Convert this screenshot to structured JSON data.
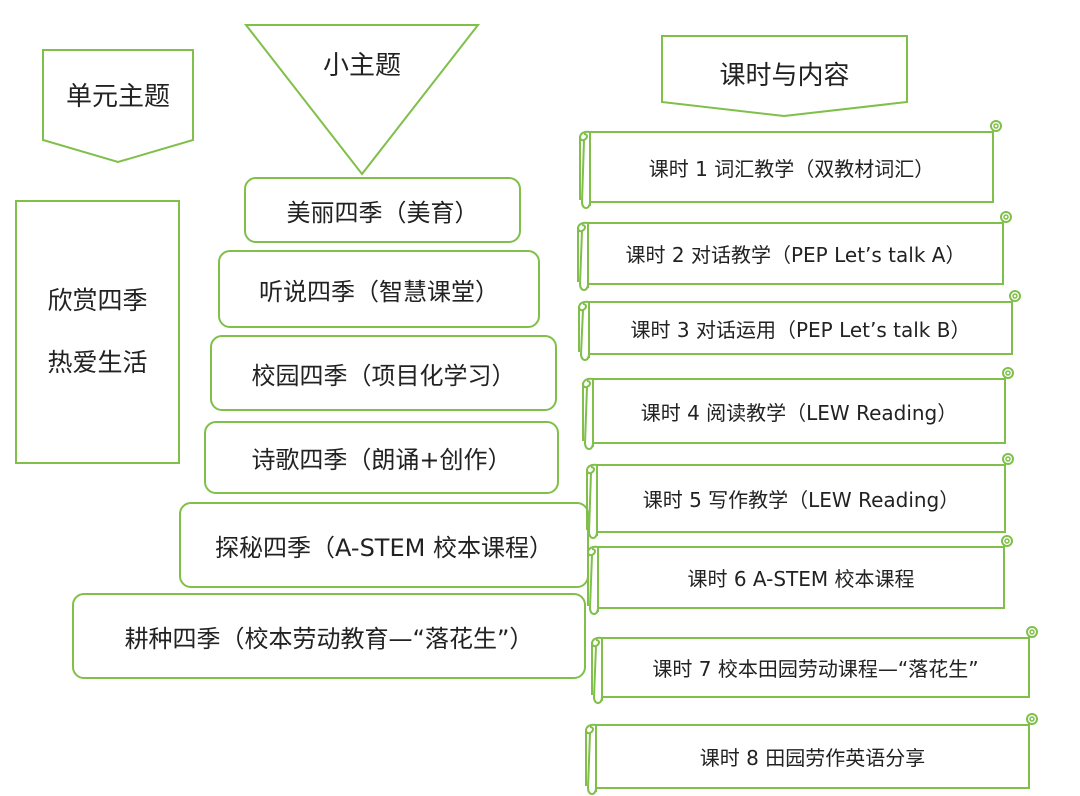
{
  "header": {
    "unit_theme": "单元主题",
    "sub_theme": "小主题",
    "lesson_content": "课时与内容"
  },
  "unit": {
    "line1": "欣赏四季",
    "line2": "热爱生活"
  },
  "sub_themes": [
    "美丽四季（美育）",
    "听说四季（智慧课堂）",
    "校园四季（项目化学习）",
    "诗歌四季（朗诵+创作）",
    "探秘四季（A-STEM 校本课程）",
    "耕种四季（校本劳动教育—“落花生”）"
  ],
  "lessons": [
    "课时 1  词汇教学（双教材词汇）",
    "课时 2  对话教学（PEP Let’s talk A）",
    "课时 3  对话运用（PEP Let’s talk B）",
    "课时 4  阅读教学（LEW Reading）",
    "课时 5  写作教学（LEW Reading）",
    "课时 6 A-STEM  校本课程",
    "课时 7  校本田园劳动课程—“落花生”",
    "课时 8  田园劳作英语分享"
  ],
  "colors": {
    "outline": "#7fbf4a",
    "text": "#222222"
  }
}
